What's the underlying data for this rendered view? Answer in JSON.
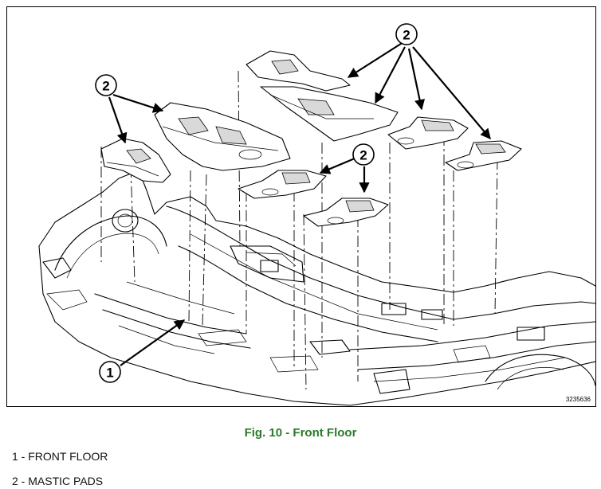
{
  "figure": {
    "id": "3235636",
    "caption": "Fig. 10 - Front Floor",
    "callouts": [
      "1",
      "2"
    ]
  },
  "legend": [
    {
      "number": "1",
      "separator": " - ",
      "label": "FRONT FLOOR"
    },
    {
      "number": "2",
      "separator": " - ",
      "label": "MASTIC PADS"
    }
  ],
  "colors": {
    "caption": "#2a7a2a",
    "line": "#000000"
  }
}
